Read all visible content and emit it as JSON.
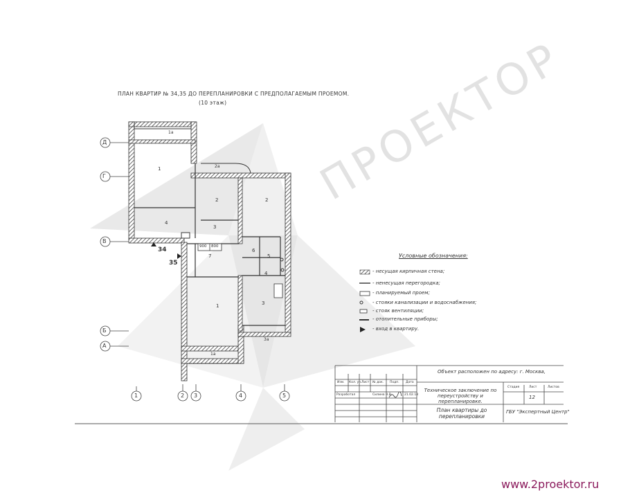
{
  "plan": {
    "title": "ПЛАН КВАРТИР № 34,35 ДО ПЕРЕПЛАНИРОВКИ С ПРЕДПОЛАГАЕМЫМ ПРОЕМОМ.",
    "subtitle": "(10 этаж)",
    "watermark": "ПРОЕКТОР",
    "apartment_labels": [
      "34",
      "35"
    ],
    "row_axes": [
      "Д",
      "Г",
      "В",
      "Б",
      "А"
    ],
    "column_axes": [
      "1",
      "2",
      "3",
      "4",
      "5"
    ],
    "room_numbers": [
      "1а",
      "1",
      "2а",
      "2",
      "2",
      "4",
      "3",
      "6",
      "5",
      "4",
      "7",
      "1",
      "3",
      "3а",
      "1а"
    ],
    "dimension_labels": [
      "900",
      "800"
    ]
  },
  "legend": {
    "heading": "Условные обозначения:",
    "items": [
      {
        "symbol": "hatched-wall-icon",
        "label": "- несущая кирпичная стена;"
      },
      {
        "symbol": "partition-icon",
        "label": "- ненесущая перегородка;"
      },
      {
        "symbol": "opening-icon",
        "label": "- планируемый проем;"
      },
      {
        "symbol": "riser-icon",
        "label": "- стояки канализации и водоснабжения;"
      },
      {
        "symbol": "vent-icon",
        "label": "- стояк вентиляции;"
      },
      {
        "symbol": "heater-icon",
        "label": "- отопительные приборы;"
      },
      {
        "symbol": "entry-arrow-icon",
        "label": "- вход в квартиру."
      }
    ]
  },
  "title_block": {
    "address": "Объект расположен по адресу: г. Москва,",
    "doc_title": "Техническое заключение по переустройству и перепланировке.",
    "sheet_title": "План квартиры до перепланировки",
    "organization": "ГБУ \"Экспертный Центр\"",
    "headers": [
      "Изм.",
      "Кол. уч.",
      "Лист",
      "№ док.",
      "Подп.",
      "Дата"
    ],
    "developed_label": "Разработал",
    "developer": "Силина Н.В.",
    "date": "21.02.18",
    "stage_label": "Стадия",
    "sheet_label": "Лист",
    "sheets_label": "Листов",
    "sheet_number": "12"
  },
  "footer": {
    "url": "www.2proektor.ru"
  }
}
